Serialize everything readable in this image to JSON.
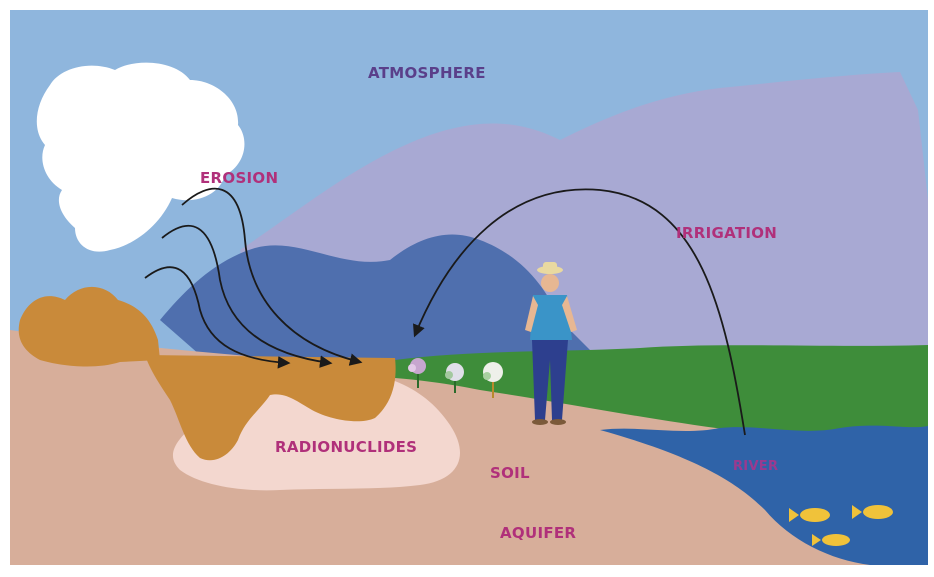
{
  "labels": {
    "atmosphere": "ATMOSPHERE",
    "erosion": "EROSION",
    "irrigation": "IRRIGATION",
    "radionuclides": "RADIONUCLIDES",
    "soil": "SOIL",
    "aquifer": "AQUIFER",
    "river": "RIVER"
  },
  "colors": {
    "sky": "#8fb6dd",
    "far_mountain": "#a8a9d3",
    "near_mountain": "#4f6fae",
    "soil": "#d7ae9a",
    "contaminated_soil": "#c98a3a",
    "radionuclide_zone": "#f3d7cf",
    "grass": "#3e8d3a",
    "river": "#2f63a8",
    "label": "#b0307a"
  }
}
